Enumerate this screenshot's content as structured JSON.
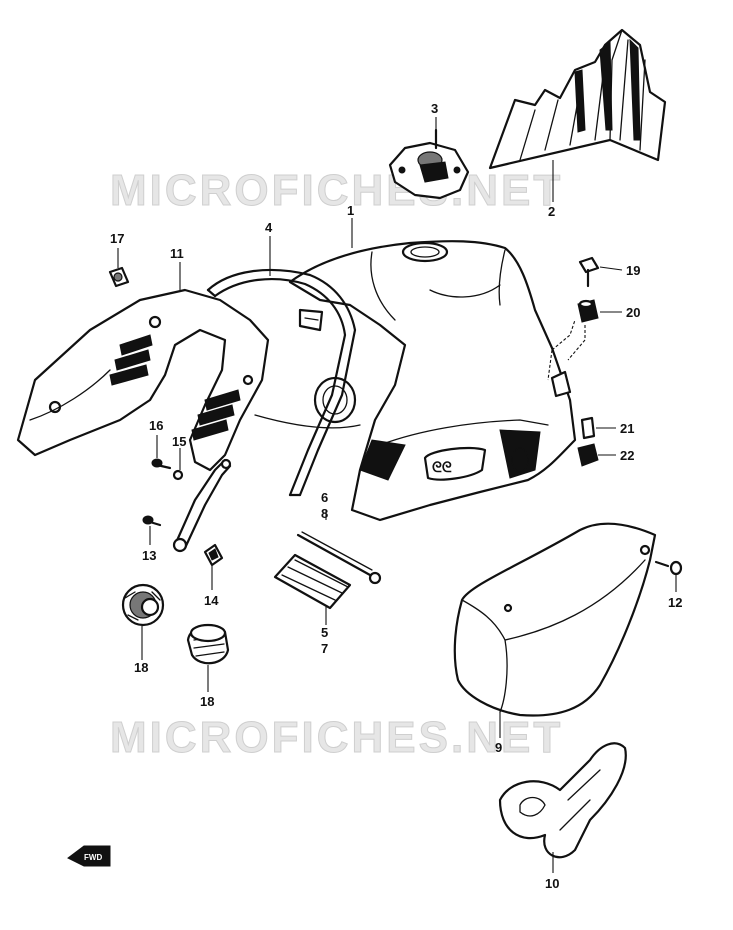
{
  "watermark": {
    "text": "MICROFICHES.NET"
  },
  "direction_arrow": {
    "label": "FWD"
  },
  "callouts": {
    "c1": "1",
    "c2": "2",
    "c3": "3",
    "c4": "4",
    "c5": "5",
    "c6": "6",
    "c7": "7",
    "c8": "8",
    "c9": "9",
    "c10": "10",
    "c11": "11",
    "c12": "12",
    "c13": "13",
    "c14": "14",
    "c15": "15",
    "c16": "16",
    "c17": "17",
    "c18a": "18",
    "c18b": "18",
    "c19": "19",
    "c20": "20",
    "c21": "21",
    "c22": "22"
  }
}
